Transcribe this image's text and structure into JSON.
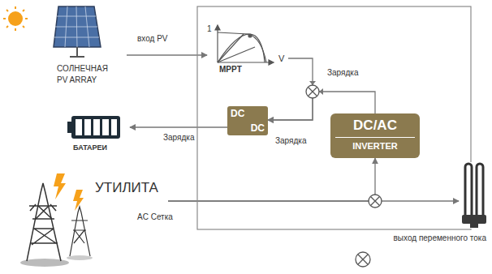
{
  "diagram": {
    "nodes": [
      {
        "text": [
          "СОЛНЕЧНАЯ PV ARRAY"
        ]
      },
      {
        "text": [
          "1",
          "MPPT",
          "V"
        ]
      },
      {
        "text": [
          "DC",
          "DC"
        ]
      },
      {
        "text": [
          "DC/AC",
          "INVERTER"
        ]
      },
      {
        "text": [
          "БАТАРЕИ"
        ]
      },
      {
        "text": [
          "УТИЛИТА"
        ]
      },
      {
        "text": [
          "выход переменного тока"
        ]
      }
    ],
    "edges": [
      {
        "from": 0,
        "to": 1,
        "arrow": "to",
        "label": "вход PV"
      },
      {
        "from": 1,
        "to": 2,
        "arrow": "to"
      },
      {
        "from": 3,
        "to": 2,
        "arrow": "to"
      },
      {
        "from": 2,
        "to": 4,
        "arrow": "to",
        "label": "Зарядка"
      },
      {
        "from": 5,
        "to": 6,
        "arrow": "to",
        "label": "AC Сетка"
      },
      {
        "from": 5,
        "to": 3,
        "arrow": "to"
      }
    ],
    "labels": [
      "Зарядка",
      "Зарядка"
    ]
  }
}
